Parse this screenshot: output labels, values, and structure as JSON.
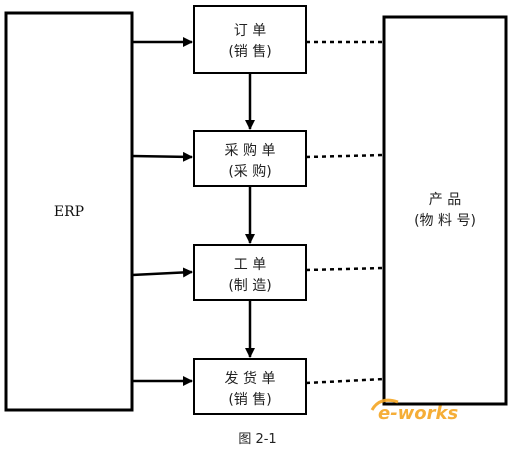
{
  "erp": {
    "label": "ERP"
  },
  "steps": [
    {
      "line1": "订 单",
      "line2": "(销 售)"
    },
    {
      "line1": "采 购 单",
      "line2": "(采 购)"
    },
    {
      "line1": "工 单",
      "line2": "(制 造)"
    },
    {
      "line1": "发 货 单",
      "line2": "(销 售)"
    }
  ],
  "product": {
    "line1": "产 品",
    "line2": "(物 料 号)"
  },
  "caption": "图 2-1",
  "watermark": {
    "text": "e-works"
  },
  "colors": {
    "stroke": "#000000",
    "text": "#222222",
    "watermark_primary": "#f5a623",
    "watermark_secondary": "#c8c8c8"
  }
}
